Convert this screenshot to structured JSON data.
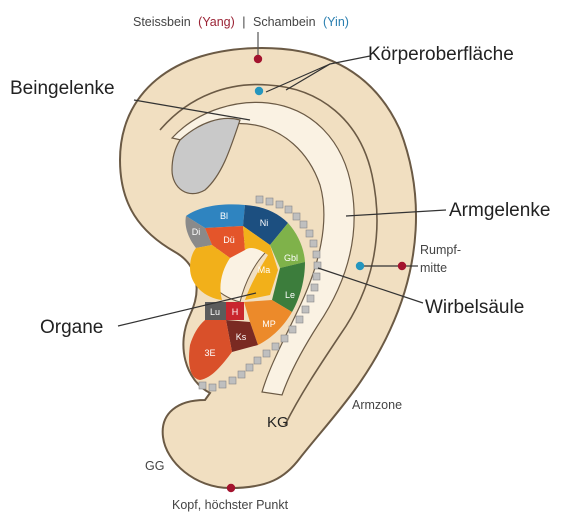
{
  "header": {
    "steissbein": "Steissbein",
    "yang": "(Yang)",
    "separator": "|",
    "schambein": "Schambein",
    "yin": "(Yin)"
  },
  "labels": {
    "koerperoberflaeche": "Körperoberfläche",
    "beingelenke": "Beingelenke",
    "armgelenke": "Armgelenke",
    "rumpfmitte_1": "Rumpf-",
    "rumpfmitte_2": "mitte",
    "wirbelsaeule": "Wirbelsäule",
    "organe": "Organe",
    "armzone": "Armzone",
    "kg": "KG",
    "gg": "GG",
    "kopf": "Kopf, höchster Punkt"
  },
  "organs": {
    "bl": "Bl",
    "ni": "Ni",
    "di": "Di",
    "du": "Dü",
    "ma": "Ma",
    "gbl": "Gbl",
    "le": "Le",
    "lu": "Lu",
    "h": "H",
    "ks": "Ks",
    "mp": "MP",
    "three_e": "3E"
  },
  "colors": {
    "ear_skin": "#f1dfc1",
    "ear_outline": "#6b5a45",
    "inner_light": "#faf2e3",
    "fossa": "#c9c9c9",
    "marker_red": "#a3132e",
    "marker_teal": "#2596be",
    "yang": "#9b2335",
    "yin": "#2a7fb0",
    "bl": "#2f84c0",
    "ni": "#1c4f80",
    "di": "#8a8a8a",
    "du": "#e4552a",
    "ma": "#f2b01a",
    "gbl": "#7fb24a",
    "le": "#3c7d3c",
    "lu": "#5c5c5c",
    "h": "#c9262e",
    "ks": "#7a2a22",
    "mp": "#ec8a2a",
    "three_e": "#d9502a",
    "spine_block": "#bfbfbf"
  }
}
